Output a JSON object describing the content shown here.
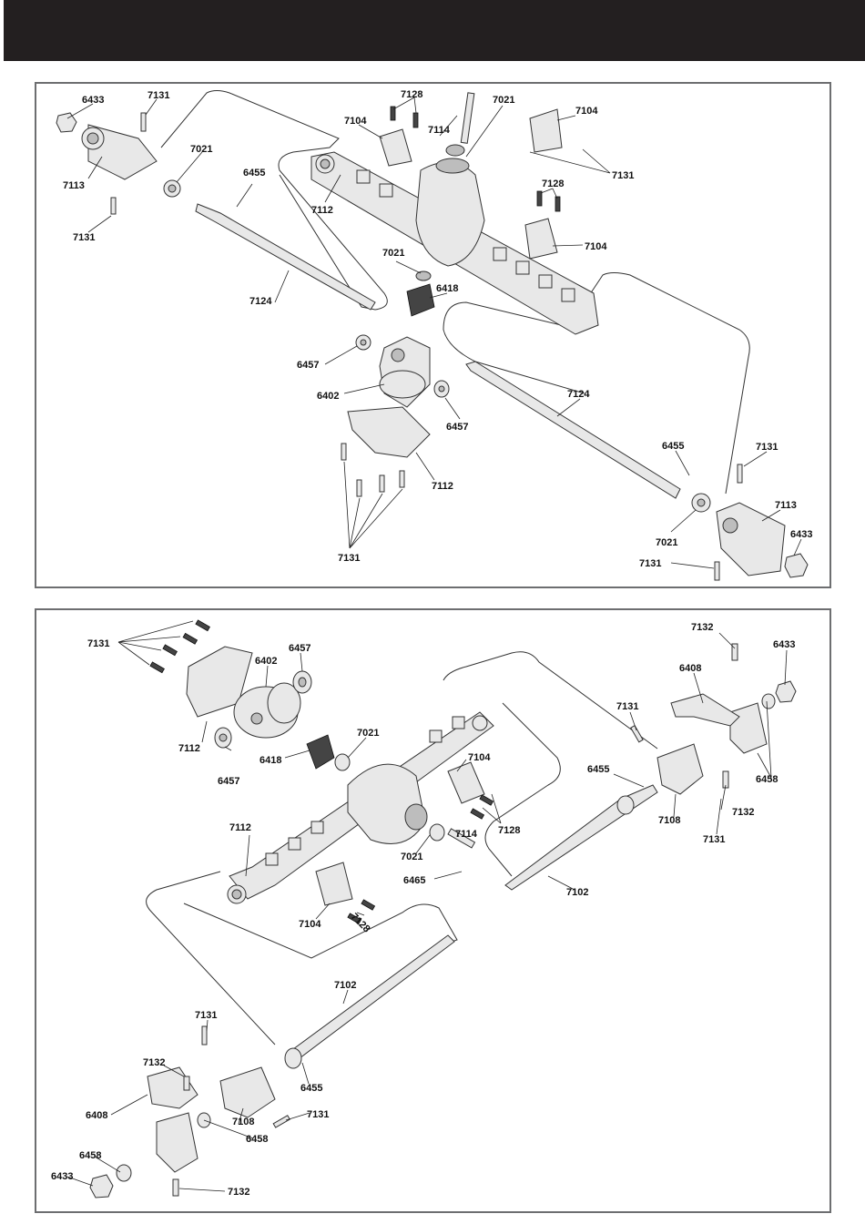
{
  "colors": {
    "header_bar": "#231f20",
    "panel_border": "#6d6e70",
    "line": "#222222"
  },
  "rear_axle": {
    "labels": {
      "p6433_a": "6433",
      "p7131_a": "7131",
      "p7113_a": "7113",
      "p7131_b": "7131",
      "p7021_a": "7021",
      "p6455_a": "6455",
      "p7124_a": "7124",
      "p7112_a": "7112",
      "p7104_a": "7104",
      "p7128_a": "7128",
      "p7114_a": "7114",
      "p7021_b": "7021",
      "p7104_b": "7104",
      "p7131_c": "7131",
      "p7128_b": "7128",
      "p7104_c": "7104",
      "p7021_c": "7021",
      "p6418_a": "6418",
      "p6457_a": "6457",
      "p6402_a": "6402",
      "p6457_b": "6457",
      "p7112_b": "7112",
      "p7131_d": "7131",
      "p7124_b": "7124",
      "p6455_b": "6455",
      "p7131_e": "7131",
      "p7113_b": "7113",
      "p6433_b": "6433",
      "p7021_d": "7021",
      "p7131_f": "7131"
    }
  },
  "front_axle": {
    "labels": {
      "p7131_a": "7131",
      "p6402": "6402",
      "p6457_a": "6457",
      "p7112_a": "7112",
      "p6457_b": "6457",
      "p6418": "6418",
      "p7021_a": "7021",
      "p7104_a": "7104",
      "p7128_a": "7128",
      "p7114": "7114",
      "p7021_b": "7021",
      "p6465": "6465",
      "p7112_b": "7112",
      "p7104_b": "7104",
      "p7128_b": "7128",
      "p7132_a": "7132",
      "p6433_a": "6433",
      "p6408_a": "6408",
      "p7131_b": "7131",
      "p6455_a": "6455",
      "p6458_a": "6458",
      "p7132_b": "7132",
      "p7108_a": "7108",
      "p7131_c": "7131",
      "p7102_a": "7102",
      "p7102_b": "7102",
      "p7131_d": "7131",
      "p7132_c": "7132",
      "p6455_b": "6455",
      "p6408_b": "6408",
      "p7108_b": "7108",
      "p7131_e": "7131",
      "p6458_b": "6458",
      "p6458_c": "6458",
      "p6433_b": "6433",
      "p7132_d": "7132"
    }
  }
}
